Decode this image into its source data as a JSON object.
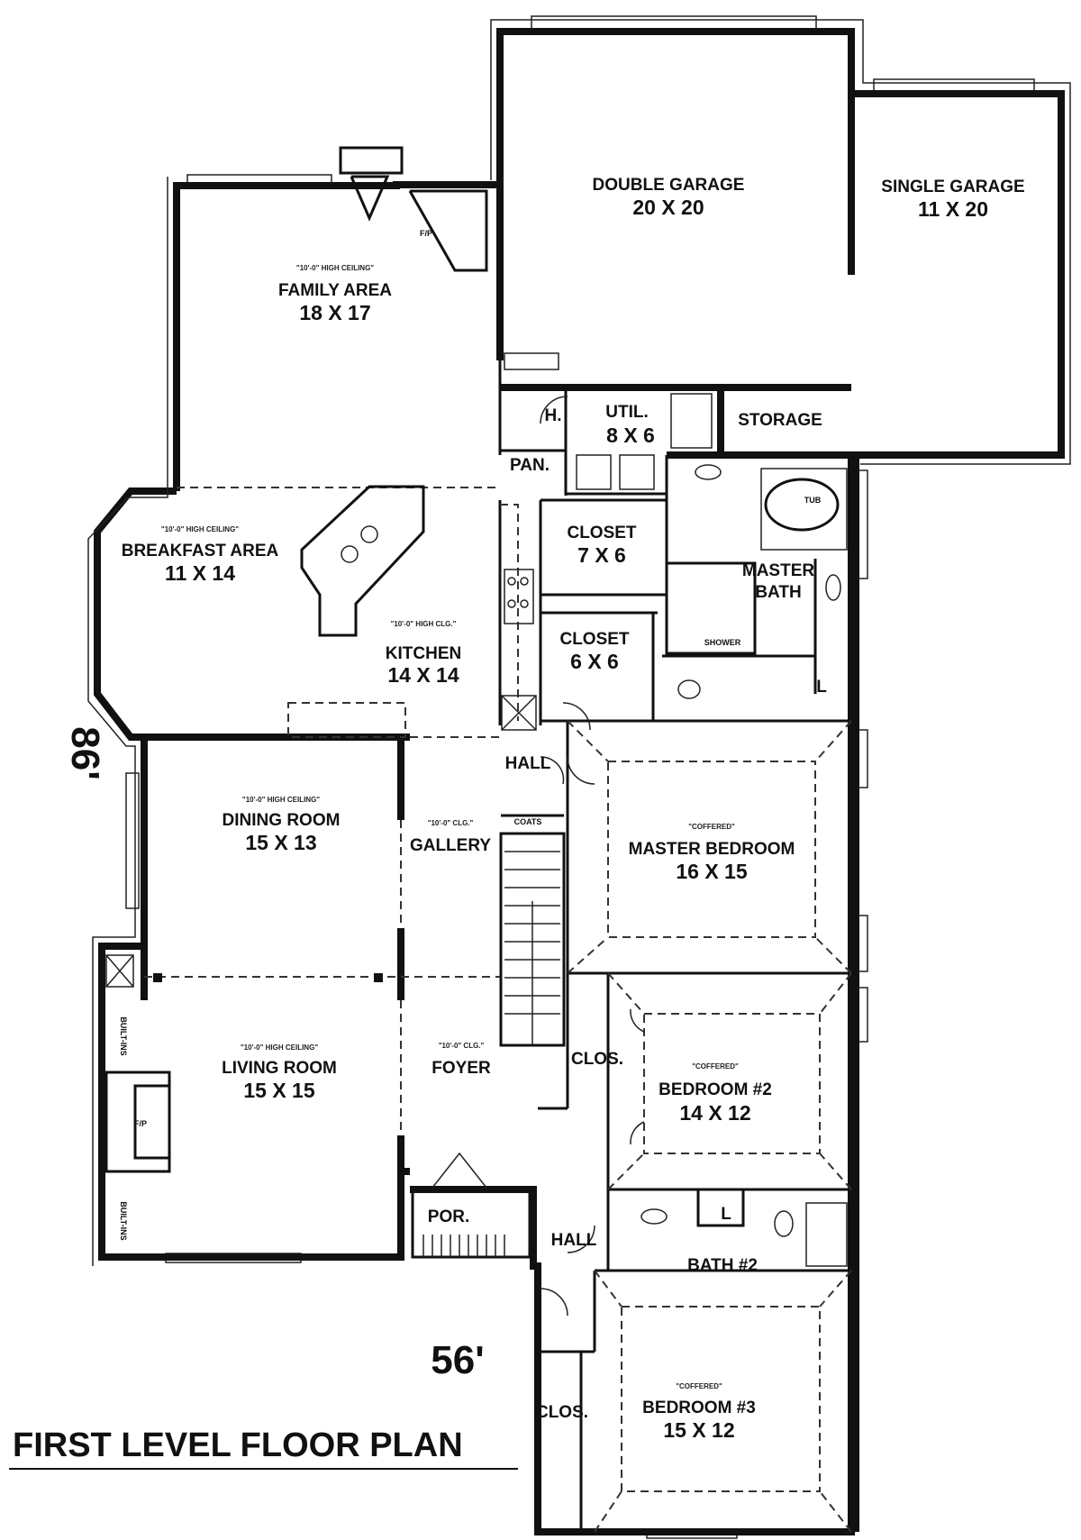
{
  "plan_title": "FIRST LEVEL FLOOR PLAN",
  "overall_width": "56'",
  "overall_depth": "86'",
  "rooms": {
    "double_garage": {
      "name": "DOUBLE GARAGE",
      "dims": "20 X 20"
    },
    "single_garage": {
      "name": "SINGLE GARAGE",
      "dims": "11 X 20"
    },
    "family_area": {
      "note": "\"10'-0\" HIGH CEILING\"",
      "name": "FAMILY AREA",
      "dims": "18 X 17"
    },
    "util": {
      "name": "UTIL.",
      "dims": "8 X 6"
    },
    "storage": {
      "name": "STORAGE"
    },
    "h": {
      "name": "H."
    },
    "pan": {
      "name": "PAN."
    },
    "breakfast": {
      "note": "\"10'-0\" HIGH CEILING\"",
      "name": "BREAKFAST AREA",
      "dims": "11 X 14"
    },
    "kitchen": {
      "note": "\"10'-0\" HIGH CLG.\"",
      "name": "KITCHEN",
      "dims": "14 X 14"
    },
    "closet_1": {
      "name": "CLOSET",
      "dims": "7 X 6"
    },
    "closet_2": {
      "name": "CLOSET",
      "dims": "6 X 6"
    },
    "master_bath": {
      "name_line1": "MASTER",
      "name_line2": "BATH",
      "tub": "TUB",
      "shower": "SHOWER",
      "linen": "L"
    },
    "hall_upper": {
      "name": "HALL"
    },
    "coats": {
      "name": "COATS"
    },
    "dining": {
      "note": "\"10'-0\" HIGH CEILING\"",
      "name": "DINING ROOM",
      "dims": "15 X 13"
    },
    "gallery": {
      "note": "\"10'-0\" CLG.\"",
      "name": "GALLERY"
    },
    "master_bedroom": {
      "note": "\"COFFERED\"",
      "name": "MASTER BEDROOM",
      "dims": "16 X 15"
    },
    "living": {
      "note": "\"10'-0\" HIGH CEILING\"",
      "name": "LIVING ROOM",
      "dims": "15 X 15"
    },
    "foyer": {
      "note": "\"10'-0\" CLG.\"",
      "name": "FOYER"
    },
    "clos_1": {
      "name": "CLOS."
    },
    "bedroom_2": {
      "note": "\"COFFERED\"",
      "name": "BEDROOM #2",
      "dims": "14 X 12"
    },
    "por": {
      "name": "POR."
    },
    "hall_lower": {
      "name": "HALL"
    },
    "bath_2": {
      "name": "BATH #2",
      "linen": "L"
    },
    "clos_2": {
      "name": "CLOS."
    },
    "bedroom_3": {
      "note": "\"COFFERED\"",
      "name": "BEDROOM #3",
      "dims": "15 X 12"
    },
    "fp_family": {
      "name": "F/P"
    },
    "fp_living": {
      "name": "F/P"
    },
    "built_ins_1": {
      "name": "BUILT-INS"
    },
    "built_ins_2": {
      "name": "BUILT-INS"
    }
  }
}
